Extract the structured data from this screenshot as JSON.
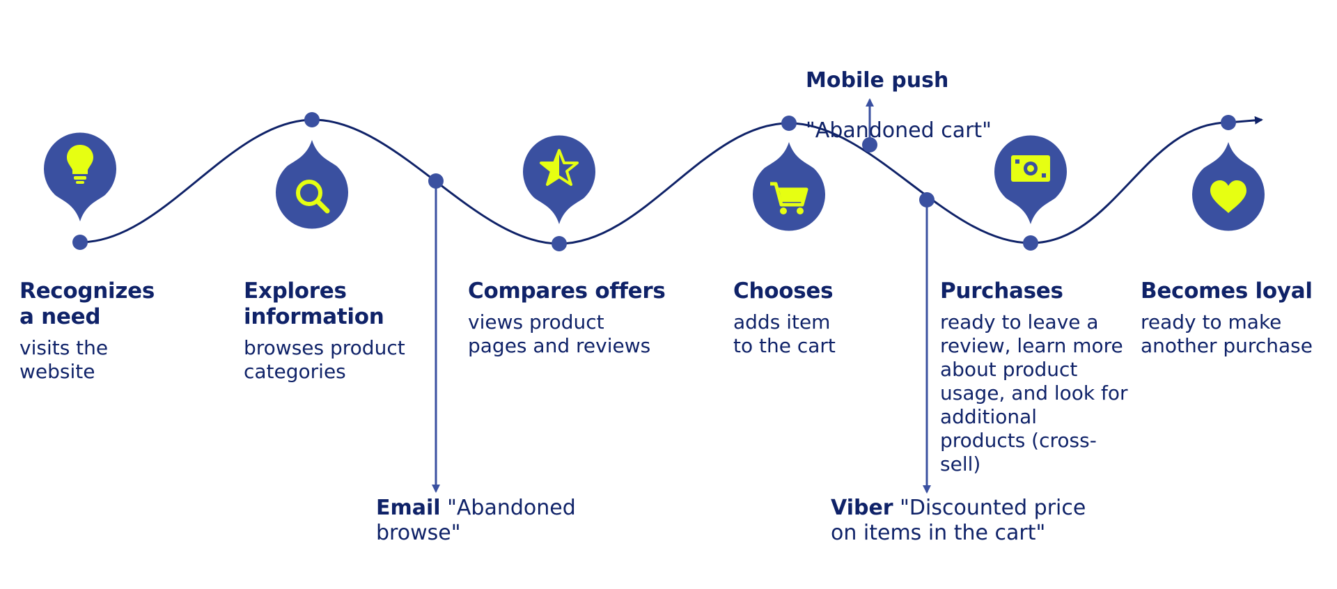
{
  "colors": {
    "navy": "#0f2268",
    "blue": "#3a50a0",
    "accent": "#e6ff12",
    "bg": "#ffffff"
  },
  "stages": [
    {
      "title": "Recognizes\na need",
      "description": "visits the\nwebsite",
      "icon": "lightbulb-icon"
    },
    {
      "title": "Explores\ninformation",
      "description": "browses product\ncategories",
      "icon": "search-icon"
    },
    {
      "title": "Compares offers",
      "description": "views product\npages and reviews",
      "icon": "star-icon"
    },
    {
      "title": "Chooses",
      "description": "adds item\nto the cart",
      "icon": "cart-icon"
    },
    {
      "title": "Purchases",
      "description": "ready to leave a\nreview, learn more\nabout product\nusage, and look for\nadditional\nproducts (cross-\nsell)",
      "icon": "money-icon"
    },
    {
      "title": "Becomes loyal",
      "description": "ready to make\nanother purchase",
      "icon": "heart-icon"
    }
  ],
  "channels": [
    {
      "name": "Mobile push",
      "message": "\"Abandoned cart\""
    },
    {
      "name": "Email",
      "message": " \"Abandoned\nbrowse\""
    },
    {
      "name": "Viber",
      "message": " \"Discounted price\non items in the cart\""
    }
  ]
}
